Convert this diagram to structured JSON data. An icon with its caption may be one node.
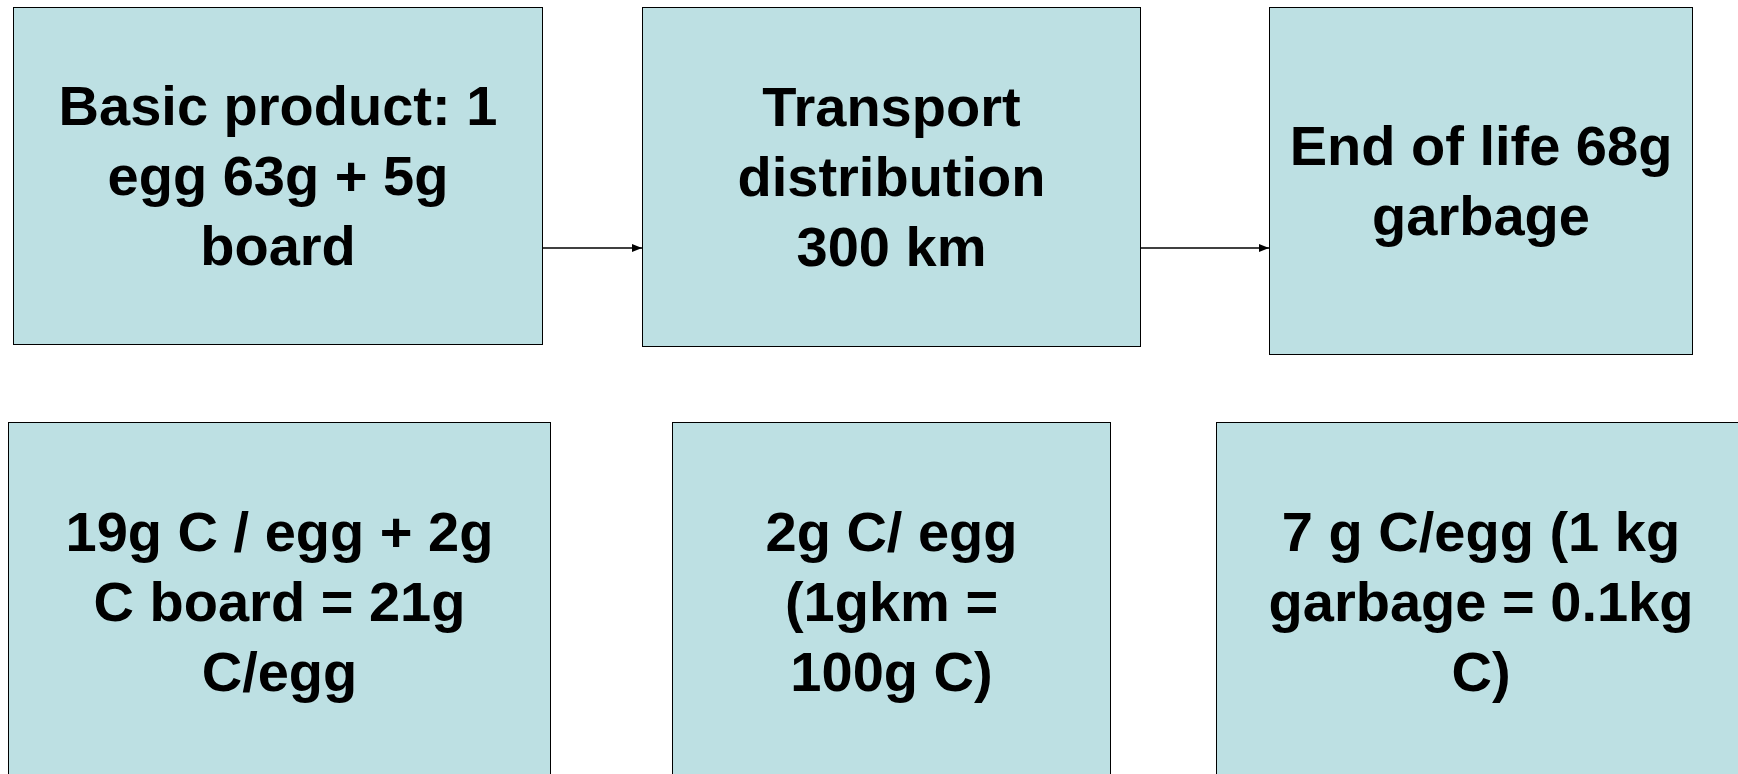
{
  "diagram": {
    "nodes": [
      {
        "text": [
          "Basic product: 1 egg 63g + 5g board"
        ]
      },
      {
        "text": [
          "Transport distribution 300 km"
        ]
      },
      {
        "text": [
          "End of life 68g garbage"
        ]
      },
      {
        "text": [
          "19g C / egg + 2g C board = 21g C/egg"
        ]
      },
      {
        "text": [
          "2g C/ egg (1gkm = 100g C)"
        ]
      },
      {
        "text": [
          "7 g C/egg (1 kg garbage = 0.1kg C)"
        ]
      }
    ],
    "edges": [
      {
        "from": 0,
        "to": 1,
        "arrow": "to"
      },
      {
        "from": 1,
        "to": 2,
        "arrow": "to"
      }
    ]
  }
}
